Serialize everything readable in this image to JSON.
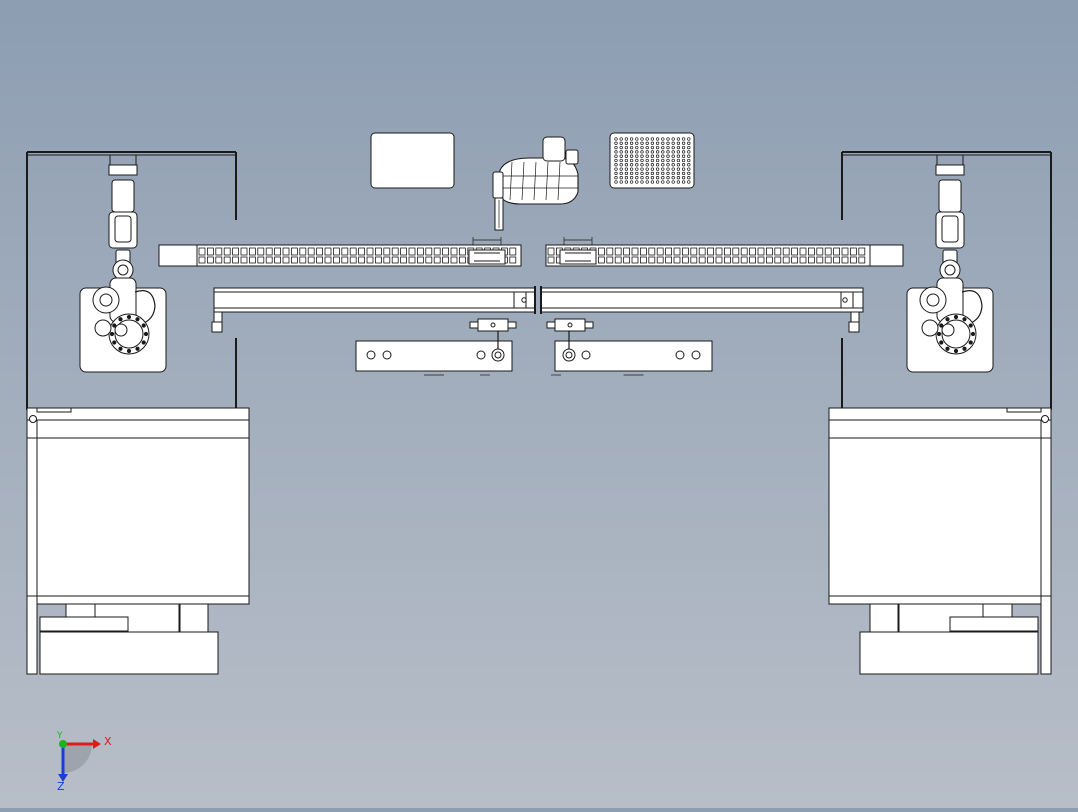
{
  "view": {
    "line_color": "#1a1a1a",
    "part_fill": "#ffffff",
    "background_top": "#8d9db2",
    "background_bottom": "#b7bec8"
  },
  "triad": {
    "x_label": "X",
    "y_label": "Y",
    "z_label": "Z",
    "x_color": "#e01b1b",
    "y_color": "#1db31d",
    "z_color": "#1b3fd6"
  }
}
